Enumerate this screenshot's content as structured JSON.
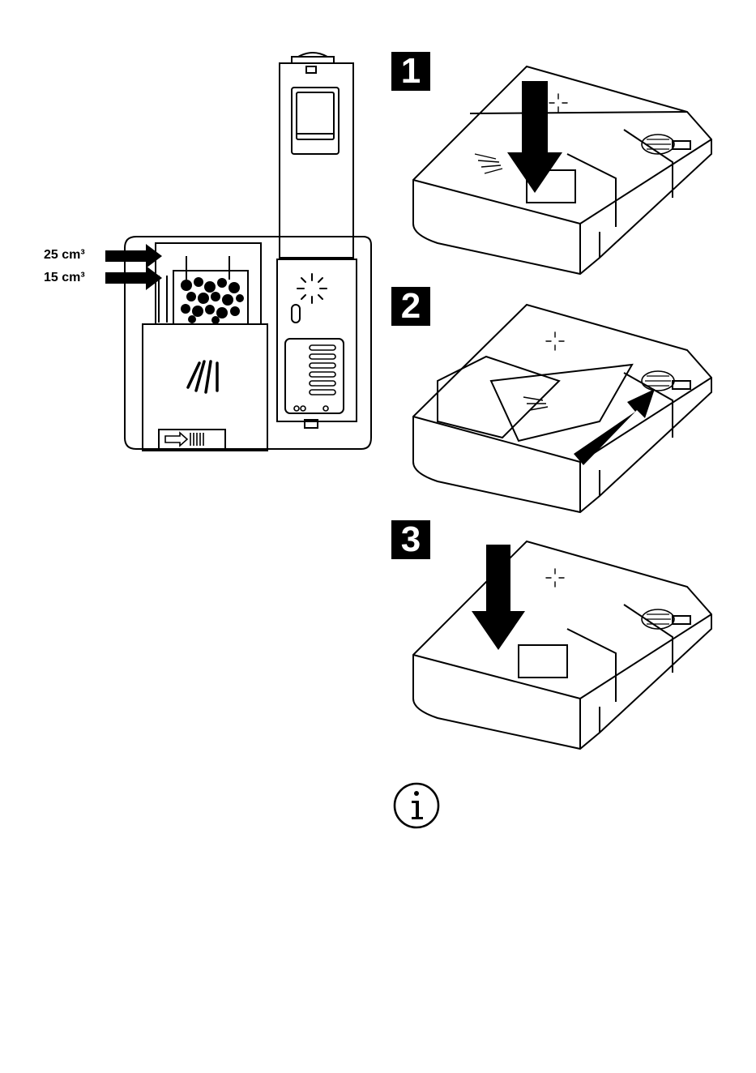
{
  "dispenser": {
    "volume_large": "25 cm³",
    "volume_small": "15 cm³"
  },
  "steps": [
    {
      "number": "1"
    },
    {
      "number": "2"
    },
    {
      "number": "3"
    }
  ],
  "icons": {
    "info": "info-icon",
    "rinse_aid": "sparkle-icon",
    "detergent": "spray-icon",
    "open_latch": "arrow-right-icon"
  },
  "colors": {
    "line": "#000000",
    "background": "#ffffff"
  }
}
